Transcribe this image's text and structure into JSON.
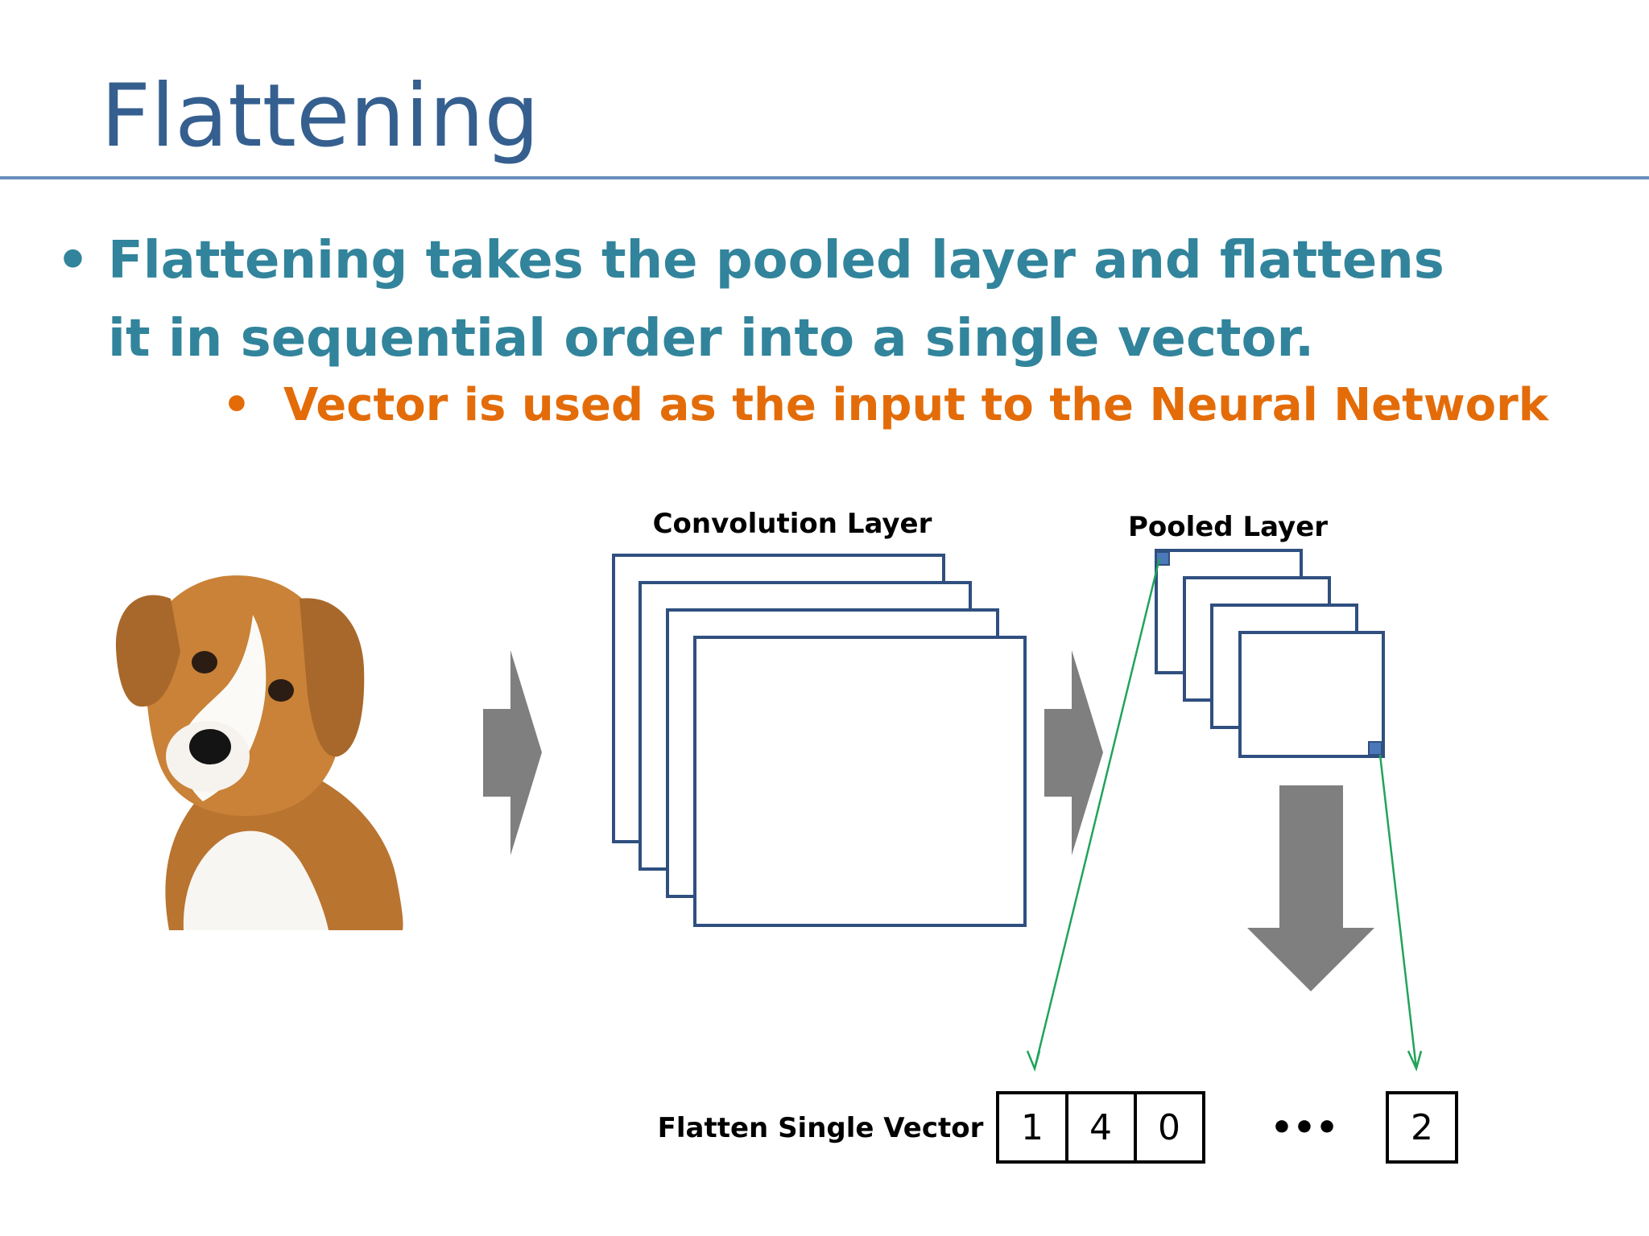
{
  "slide": {
    "title": "Flattening",
    "bullets": [
      {
        "marker": "•",
        "text": "Flattening takes the pooled layer and flattens it in sequential order into a single vector.",
        "color": "#31849b",
        "sub_bullets": [
          {
            "marker": "•",
            "text": "Vector is used as the input to the Neural Network",
            "color": "#e36c09"
          }
        ]
      }
    ]
  },
  "diagram": {
    "input_image": "dog-photo",
    "convolution_layer": {
      "label": "Convolution Layer",
      "feature_map_count": 4
    },
    "pooled_layer": {
      "label": "Pooled Layer",
      "feature_map_count": 4
    },
    "flatten_vector": {
      "label": "Flatten Single Vector",
      "values": [
        "1",
        "4",
        "0"
      ],
      "ellipsis": "•••",
      "last_value": "2"
    },
    "colors": {
      "frame_border": "#2f4f7f",
      "arrow_fill": "#7f7f7f",
      "pointer_line": "#21a35a",
      "highlight_cell": "#4a78b8"
    }
  }
}
